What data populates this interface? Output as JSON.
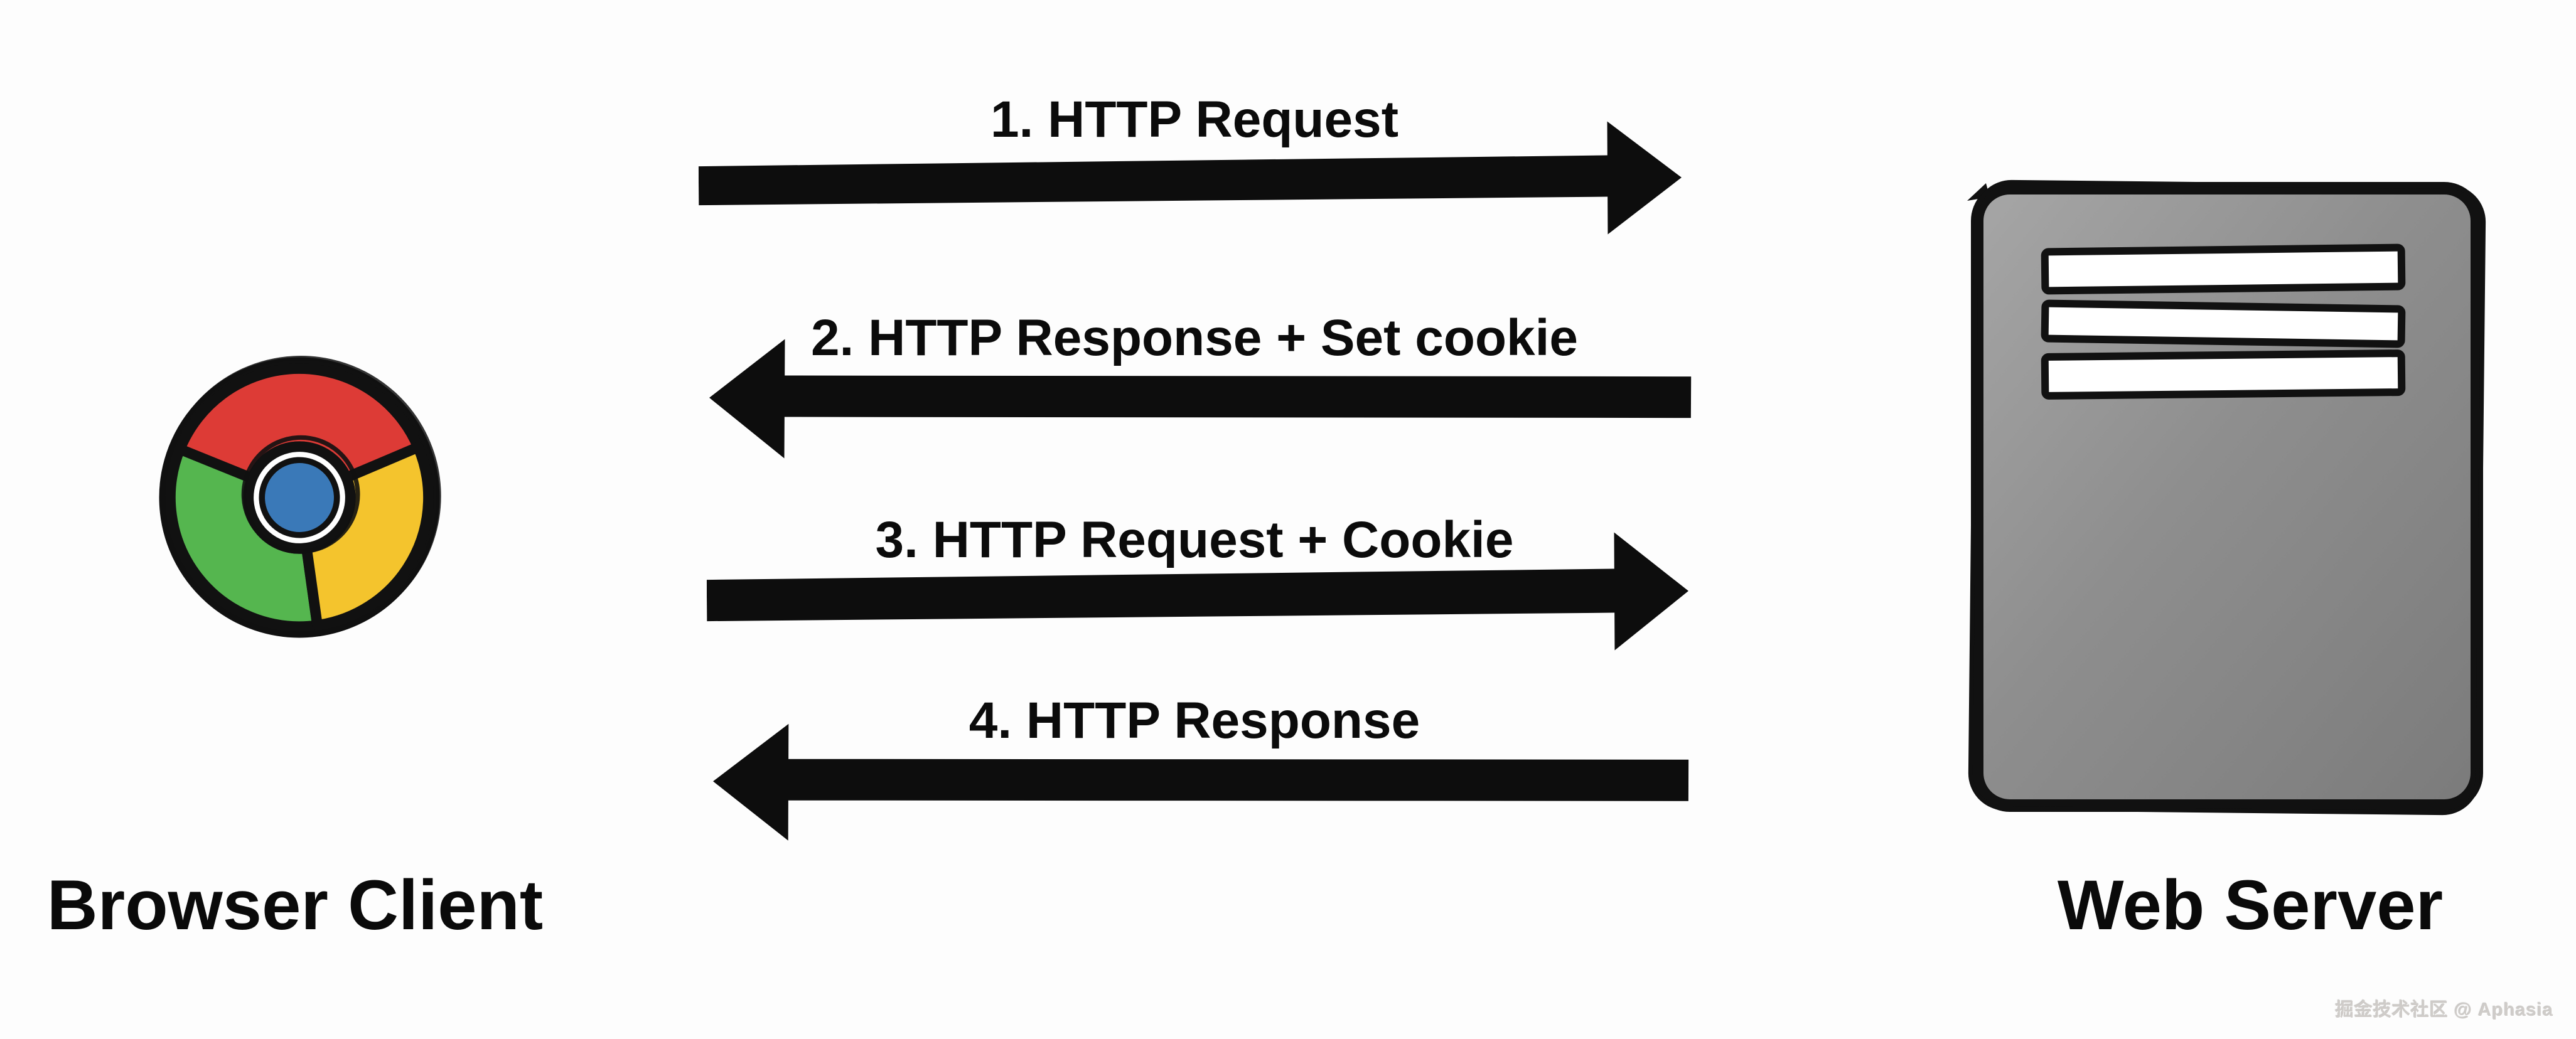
{
  "diagram": {
    "client": {
      "label": "Browser Client",
      "icon": "chrome-browser-icon"
    },
    "server": {
      "label": "Web Server",
      "icon": "web-server-icon"
    },
    "messages": [
      {
        "label": "1. HTTP Request",
        "direction": "client-to-server"
      },
      {
        "label": "2. HTTP Response + Set cookie",
        "direction": "server-to-client"
      },
      {
        "label": "3. HTTP Request + Cookie",
        "direction": "client-to-server"
      },
      {
        "label": "4. HTTP Response",
        "direction": "server-to-client"
      }
    ],
    "watermark": {
      "text": "掘金技术社区 @ Aphasia"
    },
    "colors": {
      "background": "#fdfdfd",
      "arrow_black": "#0d0d0d",
      "label_text": "#0b0b0b",
      "server_gray_light": "#a6a6a6",
      "server_gray_dark": "#7b7b7b",
      "chrome_red": "#dd3b36",
      "chrome_green": "#55b64f",
      "chrome_yellow": "#f4c42d",
      "chrome_blue": "#3a79b8",
      "watermark_gray": "#cfccc9"
    }
  }
}
